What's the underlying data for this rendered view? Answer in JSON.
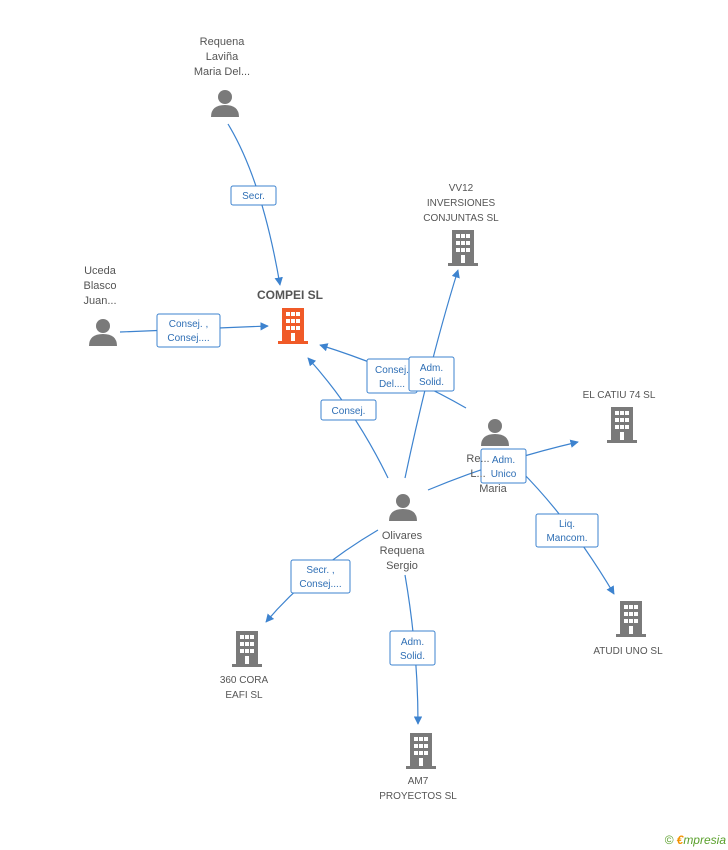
{
  "colors": {
    "edge": "#3d83cf",
    "node": "#7a7a7a",
    "center": "#f05a28"
  },
  "nodes": {
    "requena": {
      "lines": [
        "Requena",
        "Laviña",
        "Maria Del..."
      ],
      "icon": "person-icon"
    },
    "uceda": {
      "lines": [
        "Uceda",
        "Blasco",
        "Juan..."
      ],
      "icon": "person-icon"
    },
    "compei": {
      "lines": [
        "COMPEI SL"
      ],
      "icon": "building-icon"
    },
    "vv12": {
      "lines": [
        "VV12",
        "INVERSIONES",
        "CONJUNTAS SL"
      ],
      "icon": "building-icon"
    },
    "elcatiu": {
      "lines": [
        "EL CATIU 74 SL"
      ],
      "icon": "building-icon"
    },
    "requena2": {
      "lines": [
        "Re...",
        "L...",
        "Maria"
      ],
      "icon": "person-icon"
    },
    "olivares": {
      "lines": [
        "Olivares",
        "Requena",
        "Sergio"
      ],
      "icon": "person-icon"
    },
    "atudi": {
      "lines": [
        "ATUDI UNO SL"
      ],
      "icon": "building-icon"
    },
    "cora": {
      "lines": [
        "360 CORA",
        "EAFI SL"
      ],
      "icon": "building-icon"
    },
    "am7": {
      "lines": [
        "AM7",
        "PROYECTOS SL"
      ],
      "icon": "building-icon"
    }
  },
  "edges": [
    {
      "id": "e-secr",
      "lines": [
        "Secr."
      ]
    },
    {
      "id": "e-consej-uceda",
      "lines": [
        "Consej. ,",
        "Consej...."
      ]
    },
    {
      "id": "e-consej-del",
      "lines": [
        "Consej.",
        "Del...."
      ]
    },
    {
      "id": "e-adm-vv12",
      "lines": [
        "Adm.",
        "Solid."
      ]
    },
    {
      "id": "e-consej-olivares",
      "lines": [
        "Consej."
      ]
    },
    {
      "id": "e-adm-unico",
      "lines": [
        "Adm.",
        "Unico"
      ]
    },
    {
      "id": "e-liq",
      "lines": [
        "Liq.",
        "Mancom."
      ]
    },
    {
      "id": "e-secr-consej",
      "lines": [
        "Secr. ,",
        "Consej...."
      ]
    },
    {
      "id": "e-adm-am7",
      "lines": [
        "Adm.",
        "Solid."
      ]
    }
  ],
  "brand": {
    "copyright": "©",
    "e": "€",
    "rest": "mpresia"
  }
}
